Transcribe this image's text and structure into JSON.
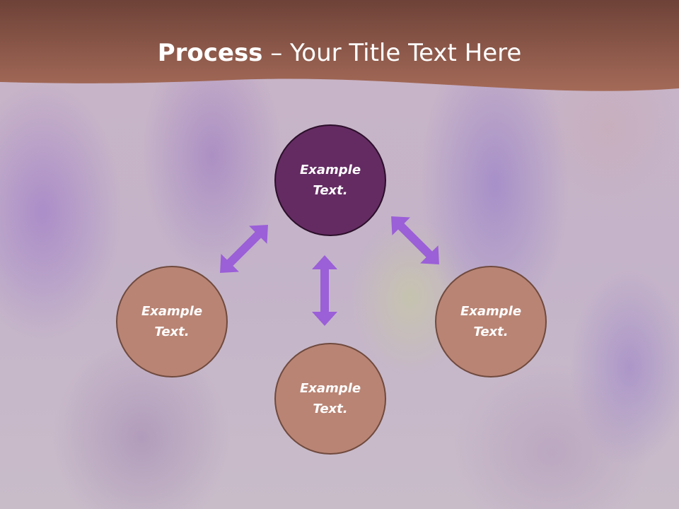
{
  "slide": {
    "title_bold": "Process",
    "title_rest": " – Your Title Text Here"
  },
  "nodes": [
    {
      "label": "Example\nText."
    },
    {
      "label": "Example\nText."
    },
    {
      "label": "Example\nText."
    },
    {
      "label": "Example\nText."
    }
  ],
  "colors": {
    "header_band": "#965848",
    "primary_node": "#642b62",
    "secondary_node": "#b98474",
    "arrow": "#9b5fd8"
  }
}
